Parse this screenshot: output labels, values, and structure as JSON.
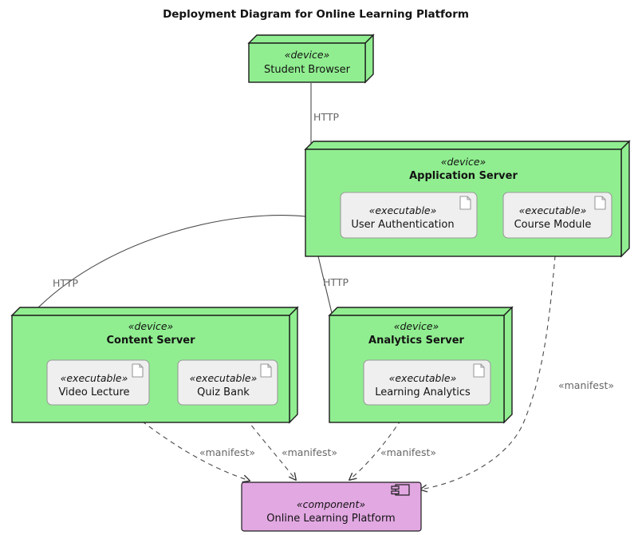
{
  "title": "Deployment Diagram for Online Learning Platform",
  "nodes": {
    "student_browser": {
      "stereotype": "«device»",
      "name": "Student Browser"
    },
    "application_server": {
      "stereotype": "«device»",
      "name": "Application Server"
    },
    "content_server": {
      "stereotype": "«device»",
      "name": "Content Server"
    },
    "analytics_server": {
      "stereotype": "«device»",
      "name": "Analytics Server"
    }
  },
  "artifacts": {
    "user_authentication": {
      "stereotype": "«executable»",
      "name": "User Authentication"
    },
    "course_module": {
      "stereotype": "«executable»",
      "name": "Course Module"
    },
    "video_lecture": {
      "stereotype": "«executable»",
      "name": "Video Lecture"
    },
    "quiz_bank": {
      "stereotype": "«executable»",
      "name": "Quiz Bank"
    },
    "learning_analytics": {
      "stereotype": "«executable»",
      "name": "Learning Analytics"
    }
  },
  "component": {
    "stereotype": "«component»",
    "name": "Online Learning Platform"
  },
  "edges": {
    "http_browser_app": {
      "label": "HTTP",
      "style": "solid"
    },
    "http_app_content": {
      "label": "HTTP",
      "style": "solid"
    },
    "http_app_analytics": {
      "label": "HTTP",
      "style": "solid"
    },
    "manifest_video": {
      "label": "«manifest»",
      "style": "dashed"
    },
    "manifest_quiz": {
      "label": "«manifest»",
      "style": "dashed"
    },
    "manifest_analytics": {
      "label": "«manifest»",
      "style": "dashed"
    },
    "manifest_course": {
      "label": "«manifest»",
      "style": "dashed"
    }
  },
  "colors": {
    "node_fill": "#90EE90",
    "artifact_fill": "#EFEFEF",
    "component_fill": "#E2A8E2",
    "edge": "#4a4a4a",
    "edge_label": "#666666"
  }
}
